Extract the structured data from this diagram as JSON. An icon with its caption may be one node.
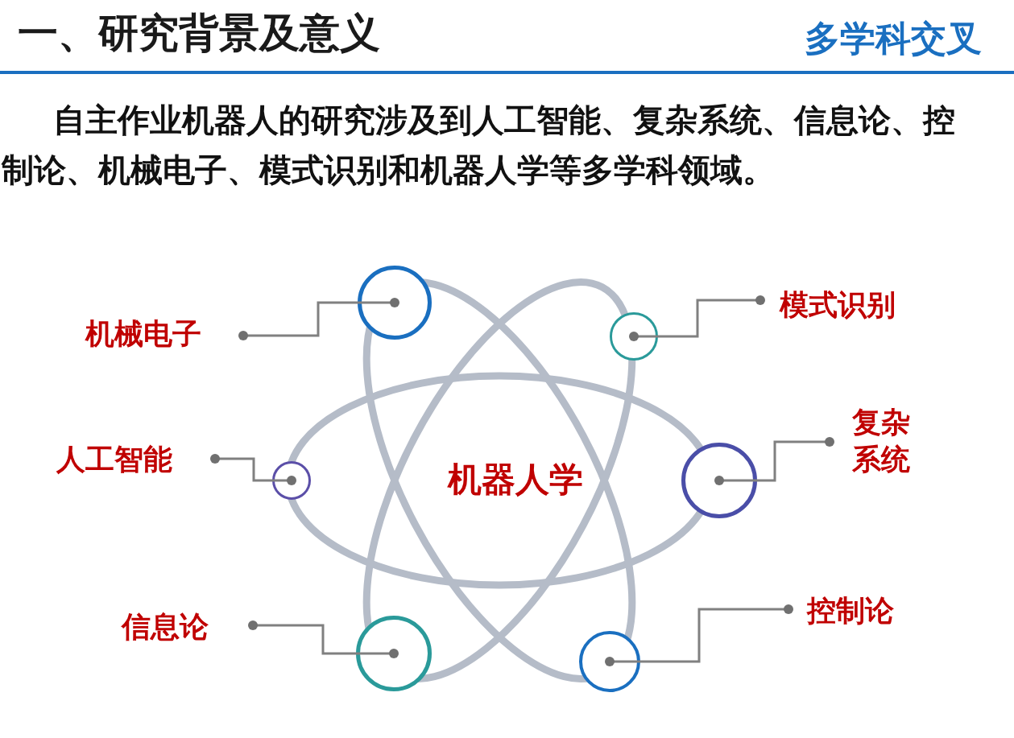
{
  "diagram": {
    "title": "一、研究背景及意义",
    "nodes": [
      {
        "text": [
          "机械电子"
        ]
      },
      {
        "text": [],
        "shape": "circle"
      },
      {
        "text": [
          "模式识别"
        ]
      },
      {
        "text": [],
        "shape": "circle"
      },
      {
        "text": [
          "人工智能"
        ]
      },
      {
        "text": [],
        "shape": "circle"
      },
      {
        "text": [
          "复杂系统"
        ]
      },
      {
        "text": [],
        "shape": "circle"
      },
      {
        "text": [
          "信息论"
        ]
      },
      {
        "text": [],
        "shape": "circle"
      },
      {
        "text": [
          "控制论"
        ]
      },
      {
        "text": [],
        "shape": "circle"
      }
    ],
    "edges": [
      {
        "from": 0,
        "to": 1,
        "arrow": "other"
      },
      {
        "from": 2,
        "to": 3,
        "arrow": "other"
      },
      {
        "from": 4,
        "to": 5,
        "arrow": "other"
      },
      {
        "from": 6,
        "to": 7,
        "arrow": "other"
      },
      {
        "from": 8,
        "to": 9,
        "arrow": "other"
      },
      {
        "from": 10,
        "to": 11,
        "arrow": "other"
      }
    ],
    "labels": [
      "多学科交叉",
      "自主作业机器人的研究涉及到人工智能、复杂系统、信息论、控制论、机械电子、模式识别和机器人学等多学科领域。",
      "机器人学"
    ]
  }
}
